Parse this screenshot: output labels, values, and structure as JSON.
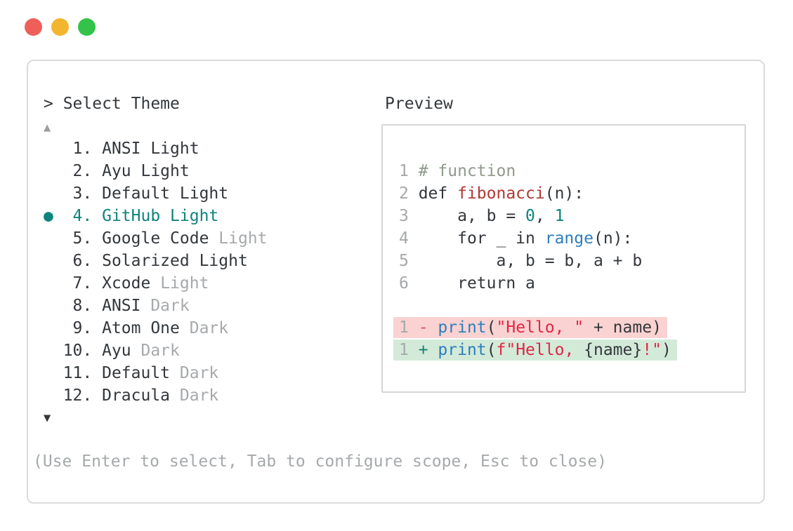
{
  "window": {
    "traffic_lights": [
      {
        "name": "close",
        "color": "#ef5f59"
      },
      {
        "name": "minimize",
        "color": "#f2b52e"
      },
      {
        "name": "zoom",
        "color": "#33c34a"
      }
    ]
  },
  "palette": {
    "text": "#33373b",
    "muted": "#a6a9ab",
    "accent": "#0f837c",
    "comment": "#8f9a8b",
    "defname": "#b03a35",
    "builtin": "#2b7fbd",
    "number": "#0f837c",
    "string": "#e02747",
    "diff_minus": "#dd4f63",
    "diff_plus": "#15816b",
    "removed_bg": "#f9d2d1",
    "added_bg": "#d3ead9",
    "line_number": "#a6a9ab",
    "border": "#dbdbdb"
  },
  "theme_picker": {
    "prompt": "> Select Theme",
    "scroll_up_indicator": "▲",
    "scroll_down_indicator": "▼",
    "selected_bullet": "●",
    "items": [
      {
        "number": 1,
        "name": "ANSI Light",
        "muted": "",
        "selected": false
      },
      {
        "number": 2,
        "name": "Ayu Light",
        "muted": "",
        "selected": false
      },
      {
        "number": 3,
        "name": "Default Light",
        "muted": "",
        "selected": false
      },
      {
        "number": 4,
        "name": "GitHub Light",
        "muted": "",
        "selected": true
      },
      {
        "number": 5,
        "name": "Google Code",
        "muted": "Light",
        "selected": false
      },
      {
        "number": 6,
        "name": "Solarized Light",
        "muted": "",
        "selected": false
      },
      {
        "number": 7,
        "name": "Xcode",
        "muted": "Light",
        "selected": false
      },
      {
        "number": 8,
        "name": "ANSI",
        "muted": "Dark",
        "selected": false
      },
      {
        "number": 9,
        "name": "Atom One",
        "muted": "Dark",
        "selected": false
      },
      {
        "number": 10,
        "name": "Ayu",
        "muted": "Dark",
        "selected": false
      },
      {
        "number": 11,
        "name": "Default",
        "muted": "Dark",
        "selected": false
      },
      {
        "number": 12,
        "name": "Dracula",
        "muted": "Dark",
        "selected": false
      }
    ],
    "footer_hint": "(Use Enter to select, Tab to configure scope, Esc to close)"
  },
  "preview": {
    "title": "Preview",
    "code_lines": [
      {
        "num": "1",
        "tokens": [
          {
            "t": "# function",
            "c": "comment"
          }
        ]
      },
      {
        "num": "2",
        "tokens": [
          {
            "t": "def ",
            "c": "text"
          },
          {
            "t": "fibonacci",
            "c": "defname"
          },
          {
            "t": "(n):",
            "c": "text"
          }
        ]
      },
      {
        "num": "3",
        "tokens": [
          {
            "t": "    a, b = ",
            "c": "text"
          },
          {
            "t": "0",
            "c": "number"
          },
          {
            "t": ", ",
            "c": "text"
          },
          {
            "t": "1",
            "c": "number"
          }
        ]
      },
      {
        "num": "4",
        "tokens": [
          {
            "t": "    for _ in ",
            "c": "text"
          },
          {
            "t": "range",
            "c": "builtin"
          },
          {
            "t": "(n):",
            "c": "text"
          }
        ]
      },
      {
        "num": "5",
        "tokens": [
          {
            "t": "        a, b = b, a + b",
            "c": "text"
          }
        ]
      },
      {
        "num": "6",
        "tokens": [
          {
            "t": "    return a",
            "c": "text"
          }
        ]
      }
    ],
    "diff_lines": [
      {
        "num": "1",
        "type": "removed",
        "tokens": [
          {
            "t": "- ",
            "c": "diff_minus"
          },
          {
            "t": "print",
            "c": "builtin"
          },
          {
            "t": "(",
            "c": "text"
          },
          {
            "t": "\"Hello, \"",
            "c": "string"
          },
          {
            "t": " + name)",
            "c": "text"
          }
        ]
      },
      {
        "num": "1",
        "type": "added",
        "tokens": [
          {
            "t": "+ ",
            "c": "diff_plus"
          },
          {
            "t": "print",
            "c": "builtin"
          },
          {
            "t": "(",
            "c": "text"
          },
          {
            "t": "f\"Hello, ",
            "c": "string"
          },
          {
            "t": "{name}",
            "c": "text"
          },
          {
            "t": "!\"",
            "c": "string"
          },
          {
            "t": ")",
            "c": "text"
          }
        ]
      }
    ]
  }
}
